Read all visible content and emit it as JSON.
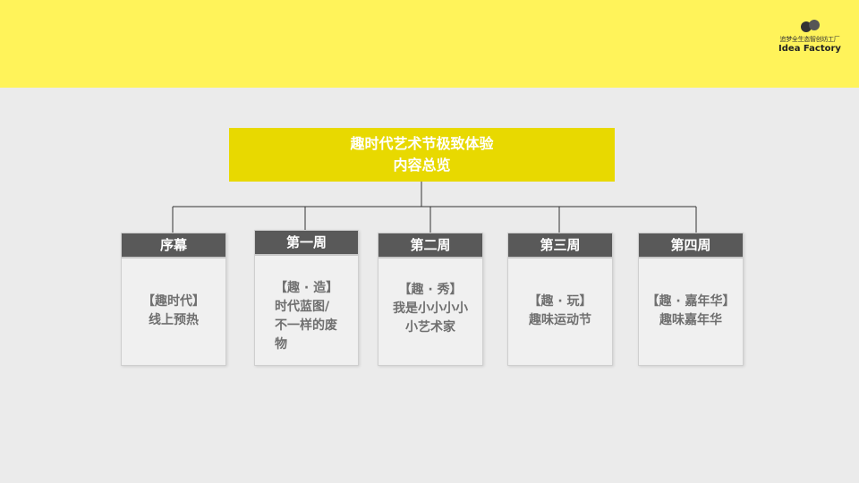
{
  "logo": {
    "icon": "speech-bubbles-icon",
    "cn_text": "追梦全生态智创坊工厂",
    "en_text": "Idea Factory"
  },
  "header": {
    "line1": "趣时代艺术节极致体验",
    "line2": "内容总览"
  },
  "colors": {
    "top_band": "#fff35a",
    "header_fill": "#e8d900",
    "card_title": "#595959",
    "body_text": "#6f6f6f",
    "page_bg": "#ebebeb"
  },
  "cards": [
    {
      "title": "序幕",
      "lines": [
        "【趣时代】",
        "线上预热"
      ]
    },
    {
      "title": "第一周",
      "lines": [
        "【趣 · 造】",
        "时代蓝图/",
        "不一样的废",
        "物"
      ]
    },
    {
      "title": "第二周",
      "lines": [
        "【趣 · 秀】",
        "我是小小小小",
        "小艺术家"
      ]
    },
    {
      "title": "第三周",
      "lines": [
        "【趣 · 玩】",
        "趣味运动节"
      ]
    },
    {
      "title": "第四周",
      "lines": [
        "【趣 · 嘉年华】",
        "趣味嘉年华"
      ]
    }
  ]
}
